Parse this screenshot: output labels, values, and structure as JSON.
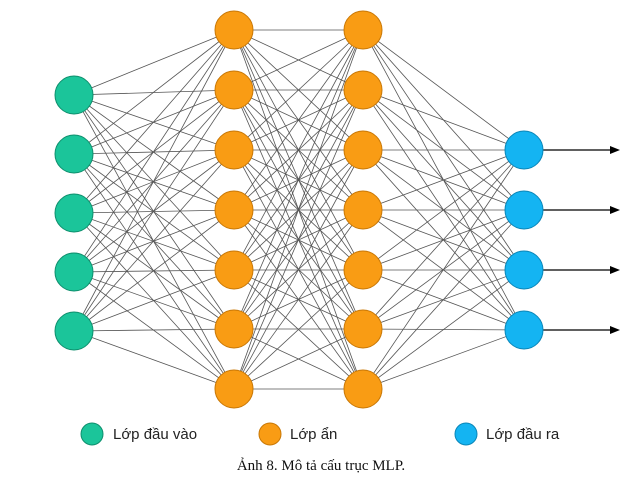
{
  "diagram": {
    "layers": [
      {
        "id": "input",
        "count": 5,
        "color": "#1BC59A",
        "stroke": "#0E8F6D"
      },
      {
        "id": "hidden1",
        "count": 7,
        "color": "#F99C14",
        "stroke": "#C97806"
      },
      {
        "id": "hidden2",
        "count": 7,
        "color": "#F99C14",
        "stroke": "#C97806"
      },
      {
        "id": "output",
        "count": 4,
        "color": "#14B4F2",
        "stroke": "#0A86B8"
      }
    ],
    "edge_color": "#555555",
    "output_arrow_color": "#000000"
  },
  "legend": {
    "items": [
      {
        "label": "Lớp đầu vào",
        "color": "#1BC59A",
        "stroke": "#0E8F6D"
      },
      {
        "label": "Lớp ẩn",
        "color": "#F99C14",
        "stroke": "#C97806"
      },
      {
        "label": "Lớp đầu ra",
        "color": "#14B4F2",
        "stroke": "#0A86B8"
      }
    ]
  },
  "caption": "Ảnh 8. Mô tả cấu trục MLP."
}
